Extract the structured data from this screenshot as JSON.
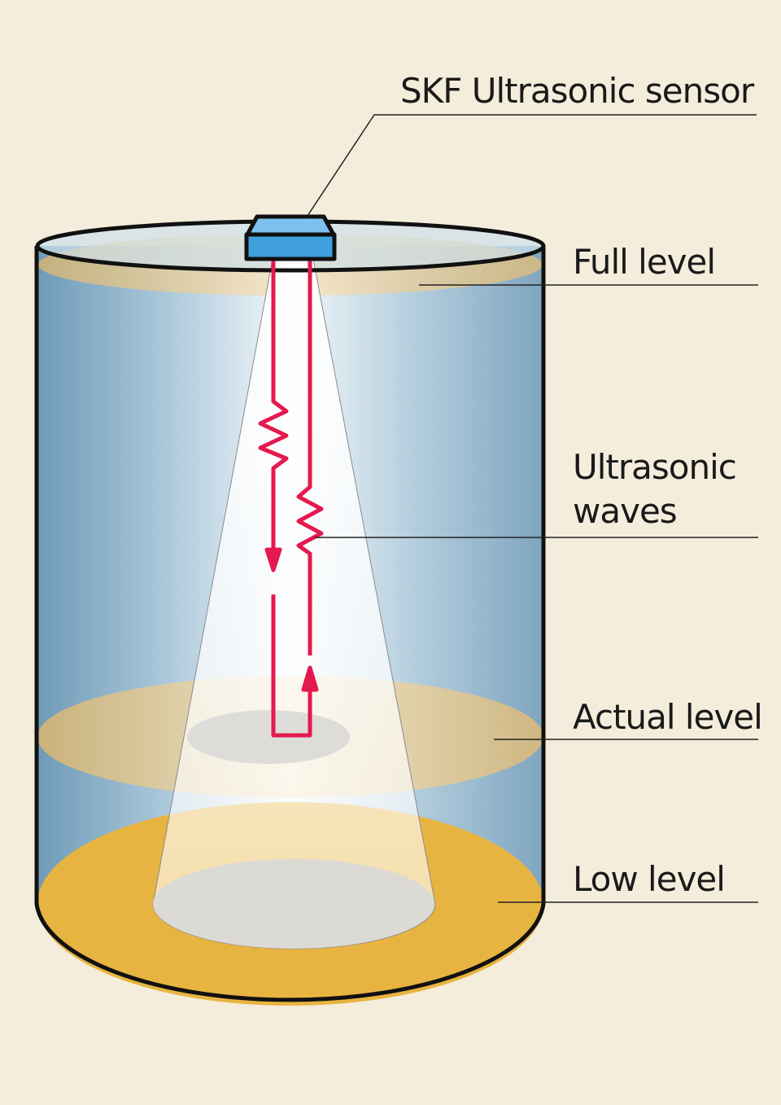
{
  "labels": {
    "sensor": "SKF Ultrasonic sensor",
    "full_level": "Full level",
    "waves_line1": "Ultrasonic",
    "waves_line2": "waves",
    "actual_level": "Actual level",
    "low_level": "Low level"
  },
  "colors": {
    "background": "#f5eddc",
    "tank_blue": "#7fa9c4",
    "liquid_amber": "#e8b441",
    "wave_red": "#e5194e",
    "sensor_blue": "#3fa0dc"
  }
}
